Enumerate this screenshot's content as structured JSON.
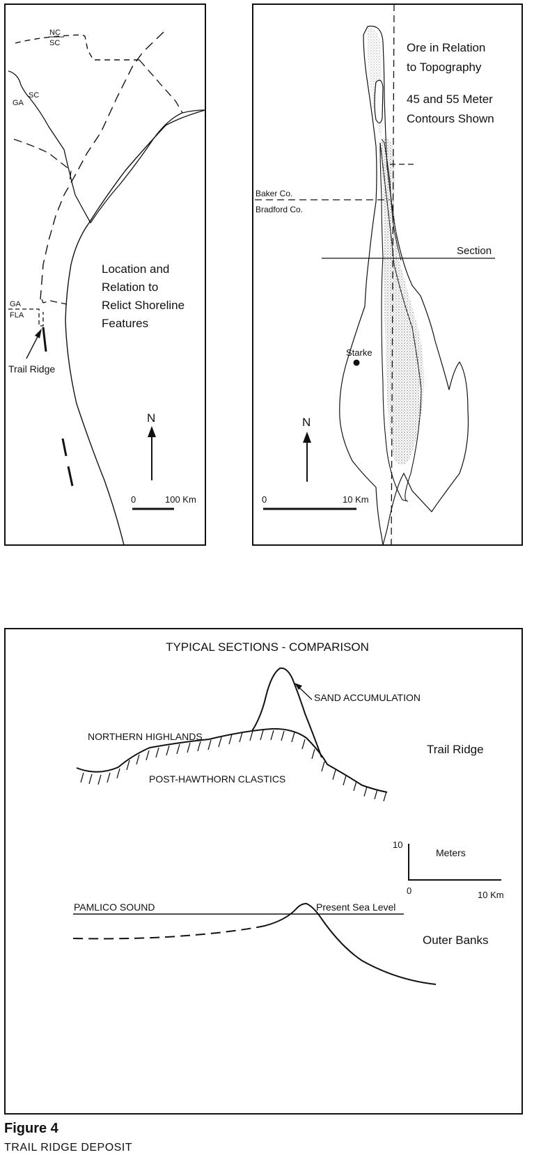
{
  "map_left": {
    "state_labels": {
      "nc": "NC",
      "sc_top": "SC",
      "sc": "SC",
      "ga_top": "GA",
      "ga": "GA",
      "fla": "FLA"
    },
    "description": [
      "Location and",
      "Relation to",
      "Relict Shoreline",
      "Features"
    ],
    "trail_ridge_label": "Trail Ridge",
    "north": "N",
    "scale": {
      "start": "0",
      "end": "100 Km"
    }
  },
  "map_right": {
    "description": [
      "Ore in Relation",
      "to Topography",
      "45 and 55 Meter",
      "Contours Shown"
    ],
    "county_top": "Baker Co.",
    "county_bottom": "Bradford Co.",
    "section_label": "Section",
    "town": "Starke",
    "north": "N",
    "scale": {
      "start": "0",
      "end": "10 Km"
    }
  },
  "sections": {
    "title": "TYPICAL SECTIONS - COMPARISON",
    "sand_accumulation": "SAND ACCUMULATION",
    "northern_highlands": "NORTHERN HIGHLANDS",
    "post_hawthorn": "POST-HAWTHORN CLASTICS",
    "trail_ridge": "Trail Ridge",
    "scale_vertical": "10",
    "scale_vertical_unit": "Meters",
    "scale_h_start": "0",
    "scale_h_end": "10 Km",
    "pamlico_sound": "PAMLICO SOUND",
    "present_sea_level": "Present Sea Level",
    "outer_banks": "Outer Banks"
  },
  "caption": {
    "title": "Figure 4",
    "subtitle": "TRAIL RIDGE DEPOSIT"
  }
}
